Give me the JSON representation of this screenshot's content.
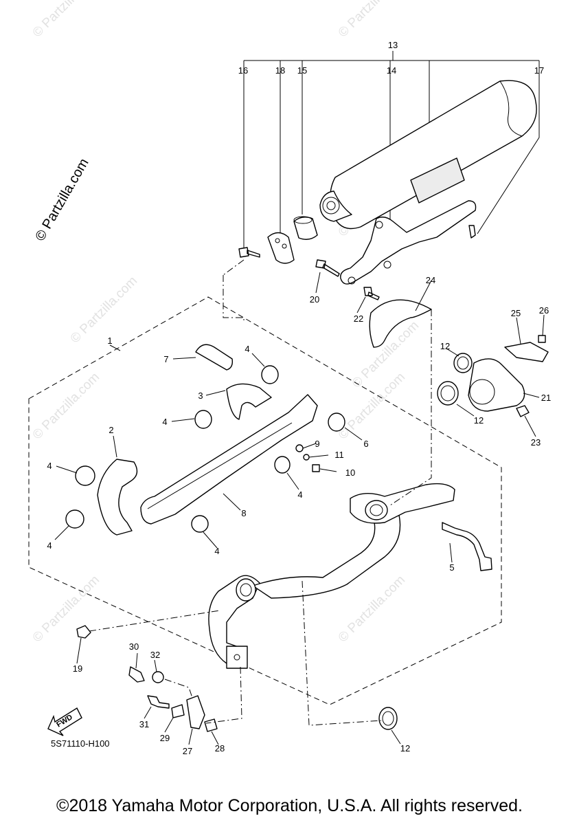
{
  "watermark": {
    "brand_text": "© Partzilla.com",
    "tile_text": "© Partzilla.com"
  },
  "diagram_code": "5S71110-H100",
  "fwd_label": "FWD",
  "callouts": [
    "1",
    "2",
    "3",
    "4",
    "5",
    "6",
    "7",
    "8",
    "9",
    "10",
    "11",
    "12",
    "13",
    "14",
    "15",
    "16",
    "17",
    "18",
    "19",
    "20",
    "21",
    "22",
    "23",
    "24",
    "25",
    "26",
    "27",
    "28",
    "29",
    "30",
    "31",
    "32"
  ],
  "copyright": "©2018 Yamaha Motor Corporation, U.S.A. All rights reserved."
}
